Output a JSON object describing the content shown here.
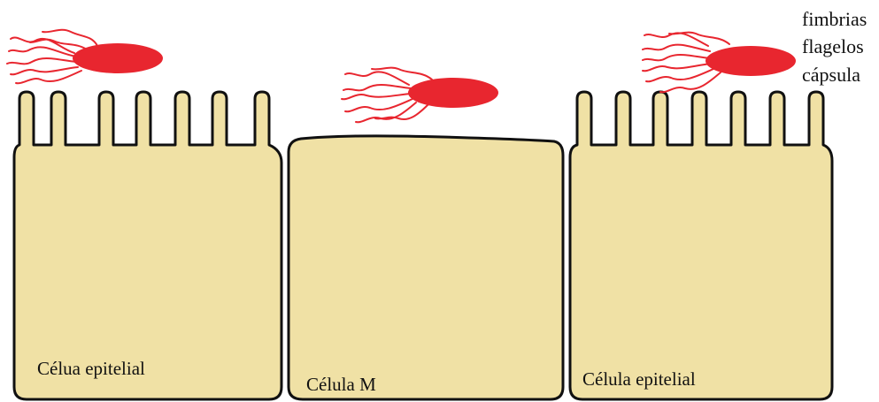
{
  "colors": {
    "cell_fill": "#f0e1a5",
    "cell_outline": "#111111",
    "bacterium": "#e8262f"
  },
  "cells": [
    {
      "id": "left",
      "kind": "epithelial",
      "label": "Célua epitelial",
      "microvilli": 7
    },
    {
      "id": "middle",
      "kind": "m-cell",
      "label": "Célula M",
      "microvilli": 0
    },
    {
      "id": "right",
      "kind": "epithelial",
      "label": "Célula epitelial",
      "microvilli": 7
    }
  ],
  "legend": {
    "line1": "fimbrias",
    "line2": "flagelos",
    "line3": "cápsula"
  },
  "bacteria": [
    {
      "id": "left",
      "icon": "bacterium-icon"
    },
    {
      "id": "middle",
      "icon": "bacterium-icon"
    },
    {
      "id": "right",
      "icon": "bacterium-icon"
    }
  ]
}
